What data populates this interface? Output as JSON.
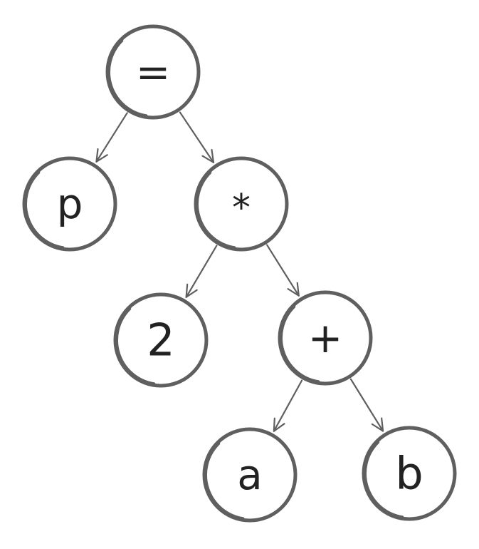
{
  "diagram": {
    "type": "expression-tree",
    "nodes": [
      {
        "id": "eq",
        "label": "="
      },
      {
        "id": "p",
        "label": "p"
      },
      {
        "id": "mul",
        "label": "*"
      },
      {
        "id": "two",
        "label": "2"
      },
      {
        "id": "plus",
        "label": "+"
      },
      {
        "id": "a",
        "label": "a"
      },
      {
        "id": "b",
        "label": "b"
      }
    ],
    "edges": [
      {
        "from": "eq",
        "to": "p"
      },
      {
        "from": "eq",
        "to": "mul"
      },
      {
        "from": "mul",
        "to": "two"
      },
      {
        "from": "mul",
        "to": "plus"
      },
      {
        "from": "plus",
        "to": "a"
      },
      {
        "from": "plus",
        "to": "b"
      }
    ],
    "colors": {
      "stroke": "#5f5f5f",
      "text": "#222222",
      "background": "#ffffff"
    }
  }
}
